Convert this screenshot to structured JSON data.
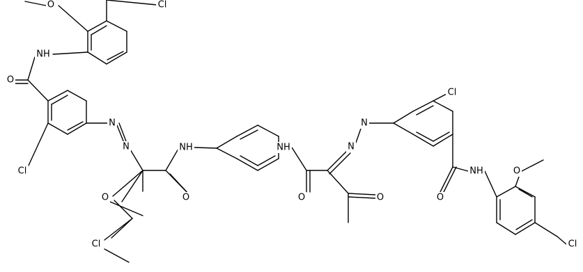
{
  "labels": {
    "o_methoxy_top": "O",
    "cl_chloromethyl_top": "Cl",
    "nh_amide_top": "NH",
    "o_amide_top": "O",
    "cl_ring_left": "Cl",
    "n_azo_left_1": "N",
    "n_azo_left_2": "N",
    "o_keto_left": "O",
    "nh_left": "NH",
    "o_amide_left": "O",
    "cl_chain": "Cl",
    "nh_right": "NH",
    "o_amide_right": "O",
    "n_azo_right_1": "N",
    "n_azo_right_2": "N",
    "o_keto_right": "O",
    "cl_ring_right": "Cl",
    "nh_amide_bottom": "NH",
    "o_amide_bottom": "O",
    "o_methoxy_bottom": "O",
    "cl_chloromethyl_bottom": "Cl"
  }
}
